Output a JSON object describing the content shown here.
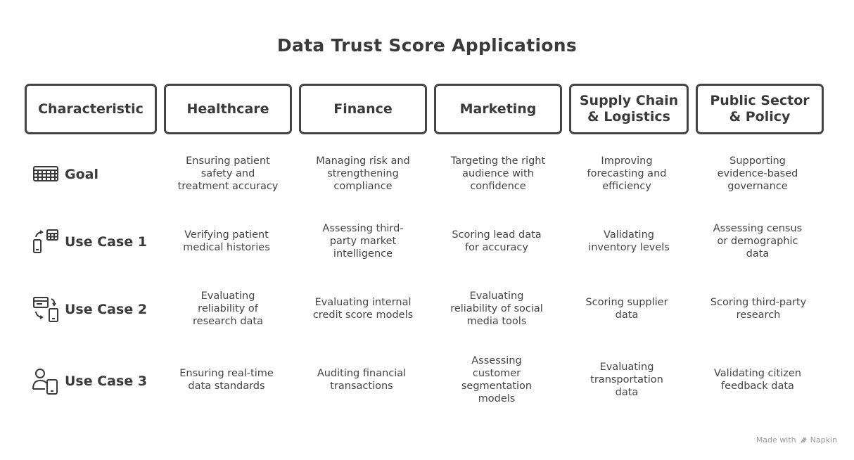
{
  "title": "Data Trust Score Applications",
  "headers": [
    "Characteristic",
    "Healthcare",
    "Finance",
    "Marketing",
    "Supply Chain\n& Logistics",
    "Public Sector\n& Policy"
  ],
  "rows": [
    {
      "label": "Goal",
      "icon": "calculator-icon",
      "cells": [
        "Ensuring patient\nsafety and\ntreatment accuracy",
        "Managing risk and\nstrengthening\ncompliance",
        "Targeting the right\naudience with\nconfidence",
        "Improving\nforecasting and\nefficiency",
        "Supporting\nevidence-based\ngovernance"
      ]
    },
    {
      "label": "Use Case 1",
      "icon": "device-sync-icon",
      "cells": [
        "Verifying patient\nmedical histories",
        "Assessing third-\nparty market\nintelligence",
        "Scoring lead data\nfor accuracy",
        "Validating\ninventory levels",
        "Assessing census\nor demographic\ndata"
      ]
    },
    {
      "label": "Use Case 2",
      "icon": "card-transfer-icon",
      "cells": [
        "Evaluating\nreliability of\nresearch data",
        "Evaluating internal\ncredit score models",
        "Evaluating\nreliability of social\nmedia tools",
        "Scoring supplier\ndata",
        "Scoring third-party\nresearch"
      ]
    },
    {
      "label": "Use Case 3",
      "icon": "user-phone-icon",
      "cells": [
        "Ensuring real-time\ndata standards",
        "Auditing financial\ntransactions",
        "Assessing\ncustomer\nsegmentation\nmodels",
        "Evaluating\ntransportation\ndata",
        "Validating citizen\nfeedback data"
      ]
    }
  ],
  "footer": {
    "made_with": "Made with",
    "brand": "Napkin"
  }
}
